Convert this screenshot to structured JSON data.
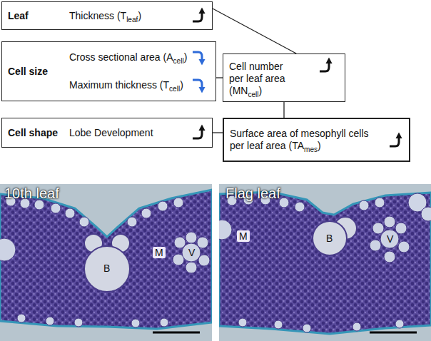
{
  "diagram": {
    "nodes": [
      {
        "text": [
          "Leaf",
          "Thickness (Tleaf)"
        ]
      },
      {
        "text": [
          "Cell size",
          "Cross sectional area (Acell)",
          "Maximum thickness (Tcell)"
        ]
      },
      {
        "text": [
          "Cell shape",
          "Lobe Development"
        ]
      },
      {
        "text": [
          "Cell number per leaf area (MNcell)"
        ]
      },
      {
        "text": [
          "Surface area of mesophyll cells per leaf area (TAmes)"
        ]
      }
    ],
    "edges": [
      {
        "from": 0,
        "to": 3,
        "arrow": "none"
      },
      {
        "from": 1,
        "to": 3,
        "arrow": "none"
      },
      {
        "from": 3,
        "to": 4,
        "arrow": "none"
      },
      {
        "from": 2,
        "to": 4,
        "arrow": "none"
      }
    ],
    "labels": [
      "10th leaf",
      "B",
      "M",
      "V",
      "Flag leaf",
      "M",
      "B",
      "V"
    ]
  }
}
